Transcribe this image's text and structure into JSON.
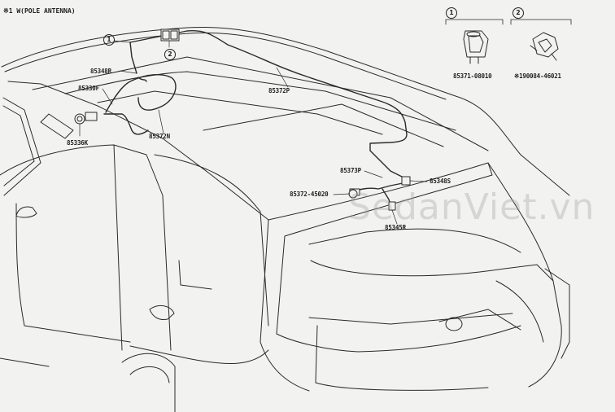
{
  "header_note": "※1 W(POLE ANTENNA)",
  "watermark": "SedanViet.vn",
  "callouts": {
    "one": "1",
    "two": "2"
  },
  "parts": {
    "p85348R": "85348R",
    "p85330F": "85330F",
    "p85336K": "85336K",
    "p85372P": "85372P",
    "p85372N": "85372N",
    "p85373P": "85373P",
    "p85348S": "85348S",
    "p85372_45020": "85372-45020",
    "p85345R": "85345R",
    "p85371_08010": "85371-08010",
    "p90084_46021": "※190084-46021"
  },
  "colors": {
    "line": "#2a2a2a",
    "background": "#f2f2f0"
  }
}
